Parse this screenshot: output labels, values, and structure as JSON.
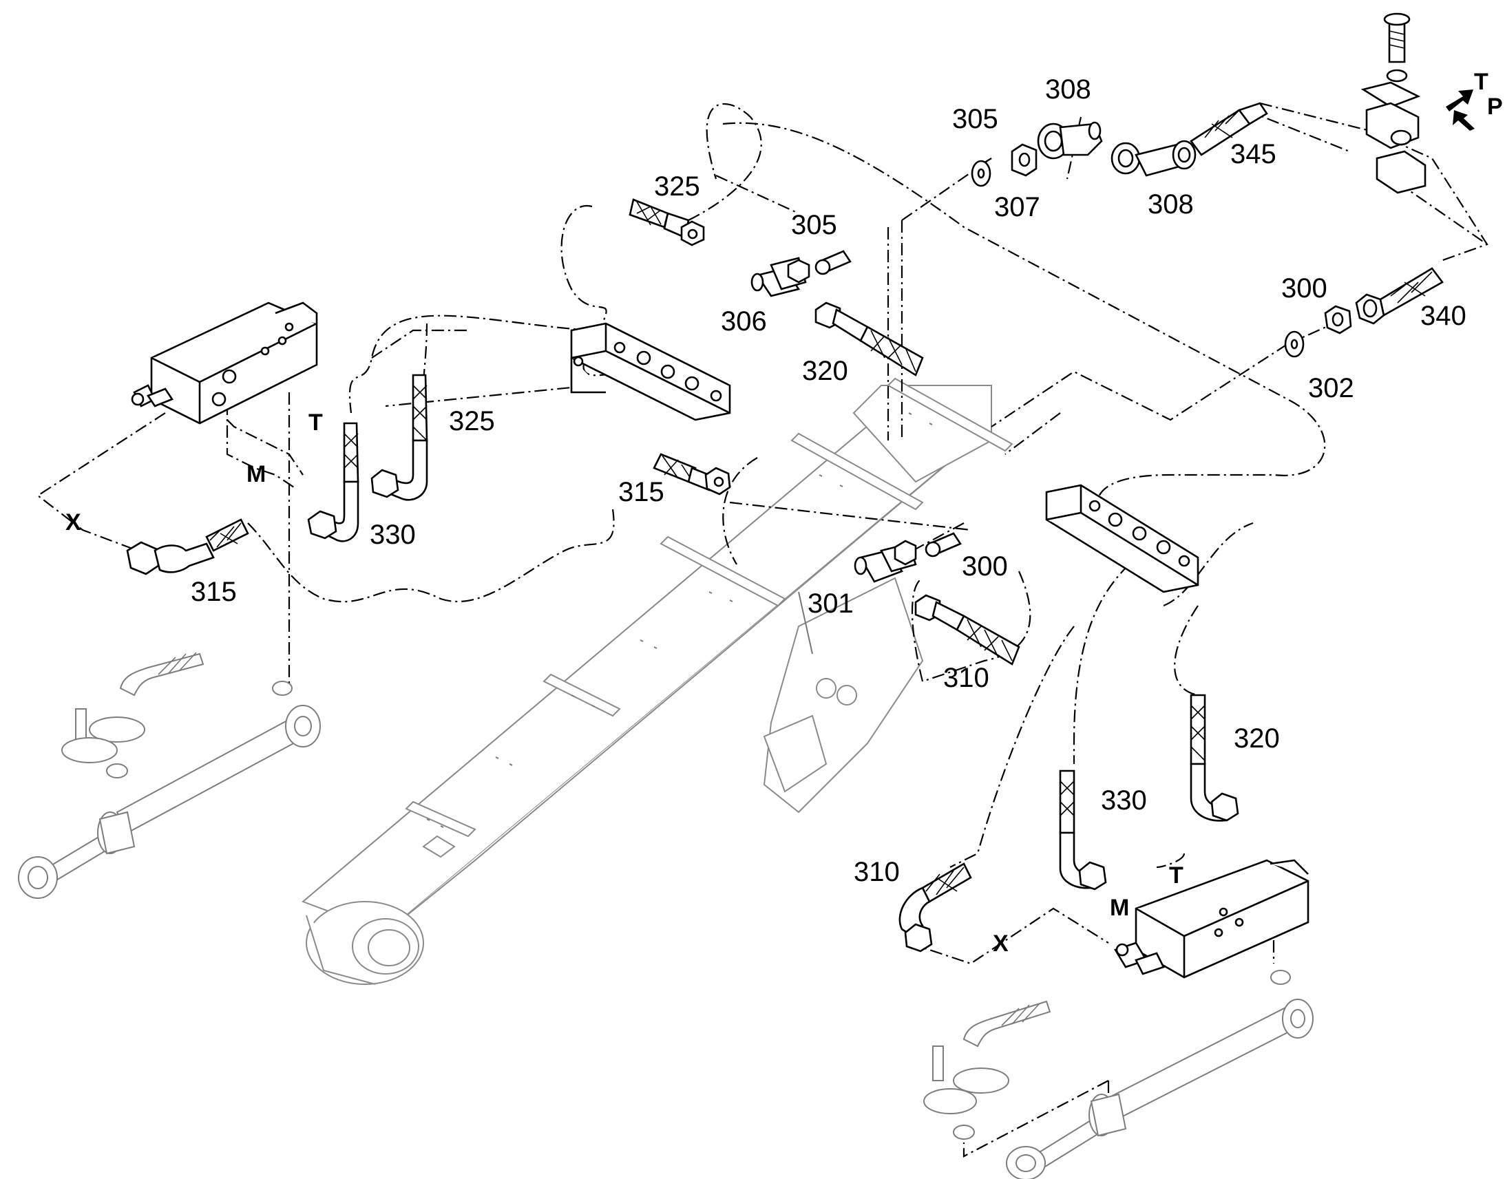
{
  "diagram": {
    "labels": [
      {
        "id": "l308a",
        "text": "308"
      },
      {
        "id": "l305a",
        "text": "305"
      },
      {
        "id": "l345",
        "text": "345"
      },
      {
        "id": "l307",
        "text": "307"
      },
      {
        "id": "l308b",
        "text": "308"
      },
      {
        "id": "l325a",
        "text": "325"
      },
      {
        "id": "l305b",
        "text": "305"
      },
      {
        "id": "l306",
        "text": "306"
      },
      {
        "id": "l320a",
        "text": "320"
      },
      {
        "id": "l300a",
        "text": "300"
      },
      {
        "id": "l340",
        "text": "340"
      },
      {
        "id": "l302",
        "text": "302"
      },
      {
        "id": "l325b",
        "text": "325"
      },
      {
        "id": "l330a",
        "text": "330"
      },
      {
        "id": "l315a",
        "text": "315"
      },
      {
        "id": "l315b",
        "text": "315"
      },
      {
        "id": "l300b",
        "text": "300"
      },
      {
        "id": "l301",
        "text": "301"
      },
      {
        "id": "l310a",
        "text": "310"
      },
      {
        "id": "l320b",
        "text": "320"
      },
      {
        "id": "l330b",
        "text": "330"
      },
      {
        "id": "l310b",
        "text": "310"
      }
    ],
    "ports": {
      "t_top": "T",
      "p_top": "P",
      "t_left": "T",
      "m_left": "M",
      "x_left": "X",
      "t_right": "T",
      "m_right": "M",
      "x_right": "X"
    }
  }
}
